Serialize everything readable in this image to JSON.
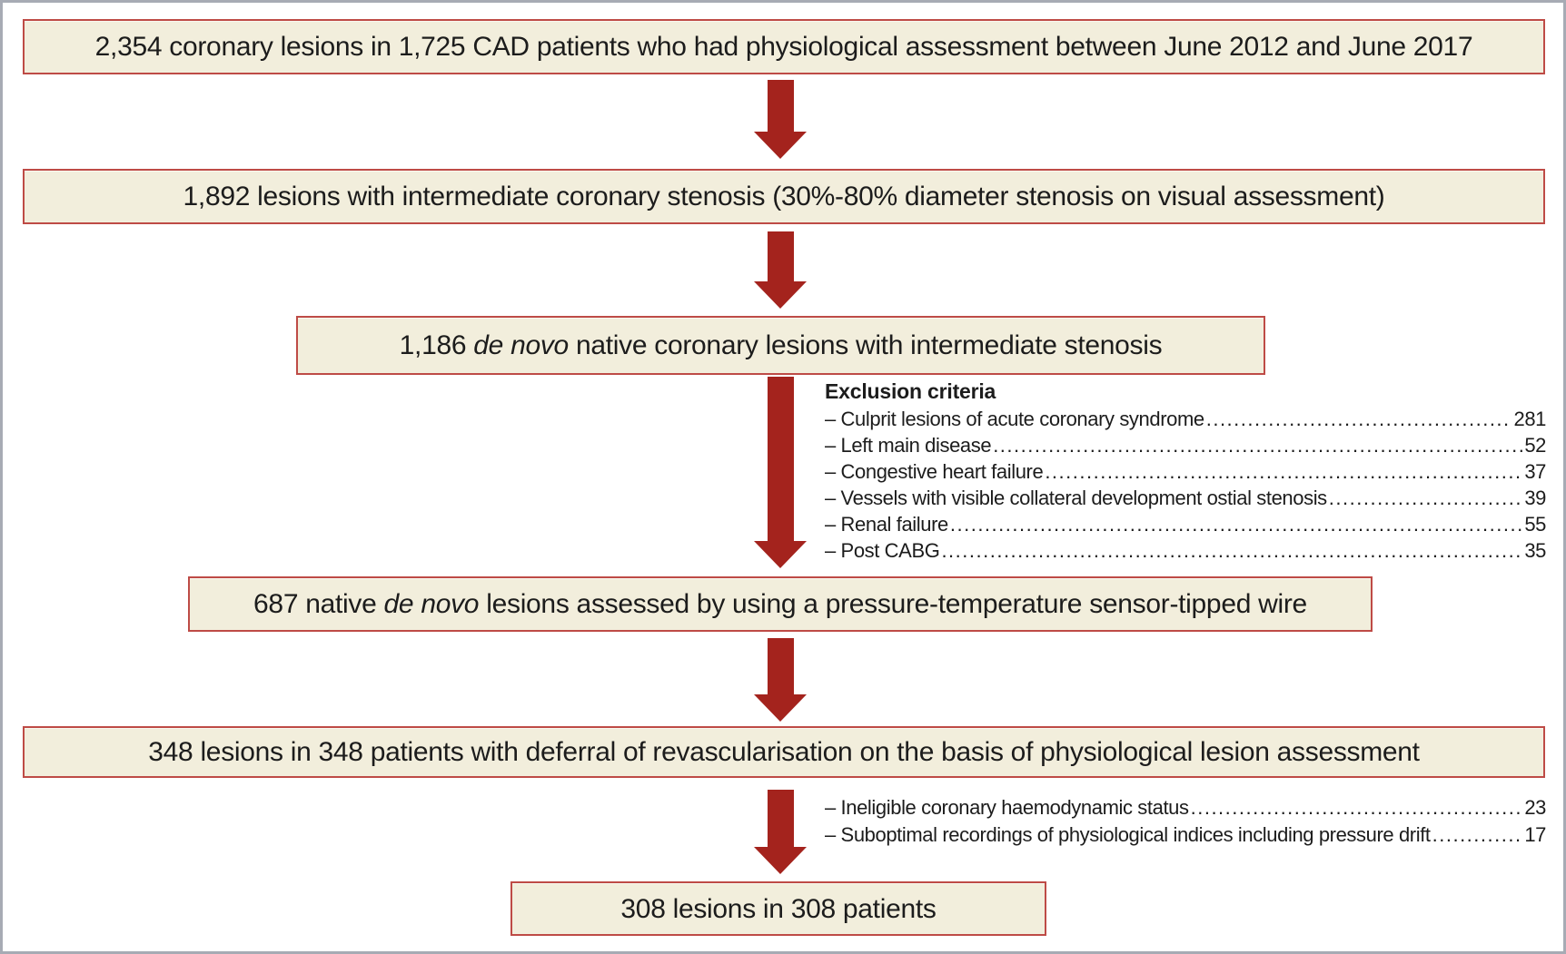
{
  "figure": {
    "description": "Study patient flow diagram",
    "flow": {
      "box1": {
        "text": "2,354 coronary lesions in 1,725 CAD patients who had physiological assessment between June 2012 and June 2017"
      },
      "box2": {
        "text": "1,892 lesions with intermediate coronary stenosis (30%-80% diameter stenosis on visual assessment)"
      },
      "box3": {
        "prefix": "1,186 ",
        "italic": "de novo",
        "suffix": " native coronary lesions with intermediate stenosis"
      },
      "box4": {
        "prefix": "687 native ",
        "italic": "de novo",
        "suffix": " lesions assessed by using a pressure-temperature sensor-tipped wire"
      },
      "box5": {
        "text": "348 lesions in 348 patients with deferral of revascularisation on the basis of physiological lesion assessment"
      },
      "box6": {
        "text": "308 lesions in 308 patients"
      }
    },
    "exclusion": {
      "heading": "Exclusion criteria",
      "items": [
        {
          "label": "– Culprit lesions of acute coronary syndrome",
          "value": "281"
        },
        {
          "label": "– Left main disease",
          "value": "52"
        },
        {
          "label": "– Congestive heart failure",
          "value": "37"
        },
        {
          "label": "– Vessels with visible collateral development ostial stenosis",
          "value": "39"
        },
        {
          "label": "– Renal failure",
          "value": "55"
        },
        {
          "label": "– Post CABG",
          "value": "35"
        }
      ]
    },
    "deferral_exclusion": {
      "items": [
        {
          "label": "– Ineligible coronary haemodynamic status",
          "value": "23"
        },
        {
          "label": "– Suboptimal recordings of physiological indices including pressure drift",
          "value": "17"
        }
      ]
    }
  },
  "colors": {
    "box_fill": "#f2eedc",
    "box_border": "#be4b46",
    "arrow": "#a4231d",
    "text": "#1c1c1c",
    "frame": "#a7abb4",
    "page": "#ffffff"
  }
}
